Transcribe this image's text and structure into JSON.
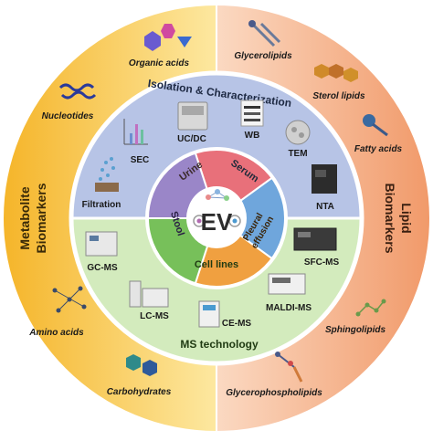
{
  "center": {
    "label": "EV"
  },
  "inner_segments": [
    {
      "id": "urine",
      "label": "Urine",
      "color": "#e8707a"
    },
    {
      "id": "serum",
      "label": "Serum",
      "color": "#6fa6dc"
    },
    {
      "id": "pleural",
      "label_line1": "Pleural",
      "label_line2": "effusion",
      "color": "#f0a040"
    },
    {
      "id": "cell-lines",
      "label": "Cell lines",
      "color": "#77c05a"
    },
    {
      "id": "stool",
      "label": "Stool",
      "color": "#9a86c8"
    }
  ],
  "isolation": {
    "title": "Isolation & Characterization",
    "color": "#b7c4e6",
    "methods": [
      "Filtration",
      "SEC",
      "UC/DC",
      "WB",
      "TEM",
      "NTA"
    ]
  },
  "ms": {
    "title": "MS technology",
    "color": "#cfe8b5",
    "methods": [
      "GC-MS",
      "LC-MS",
      "CE-MS",
      "MALDI-MS",
      "SFC-MS"
    ]
  },
  "metabolite": {
    "title_line1": "Metabolite",
    "title_line2": "Biomarkers",
    "color": "#f6c13c",
    "items": [
      "Organic acids",
      "Nucleotides",
      "Amino acids",
      "Carbohydrates"
    ]
  },
  "lipid": {
    "title_line1": "Lipid",
    "title_line2": "Biomarkers",
    "color": "#f4a77b",
    "items": [
      "Glycerolipids",
      "Sterol lipids",
      "Fatty acids",
      "Sphingolipids",
      "Glycerophospholipids"
    ]
  }
}
